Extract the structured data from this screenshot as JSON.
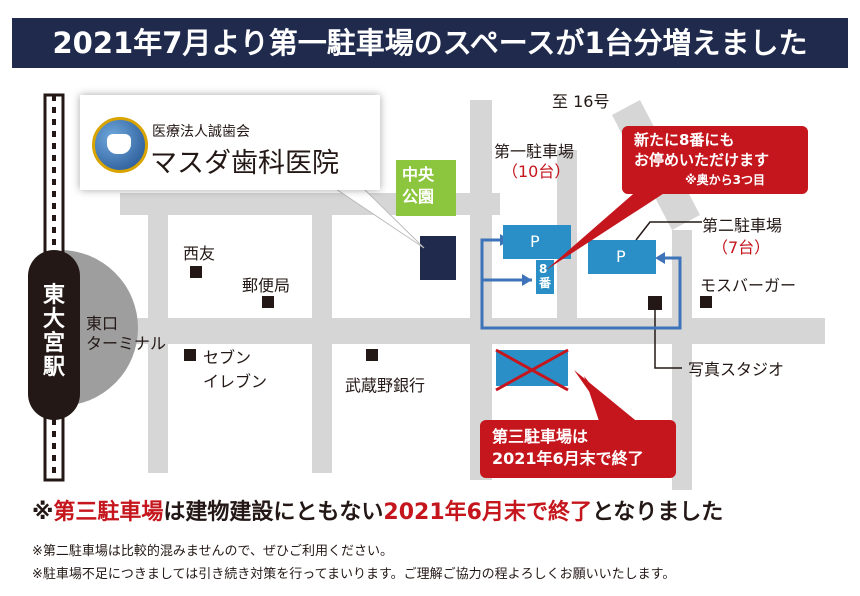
{
  "banner": {
    "title": "2021年7月より第一駐車場のスペースが1台分増えました"
  },
  "clinic": {
    "org": "医療法人誠歯会",
    "name": "マスダ歯科医院"
  },
  "station": {
    "name": "東大宮駅",
    "chars": [
      "東",
      "大",
      "宮",
      "駅"
    ]
  },
  "landmarks": {
    "east_exit_line1": "東口",
    "east_exit_line2": "ターミナル",
    "nishitomo": "西友",
    "post_office": "郵便局",
    "seven_line1": "セブン",
    "seven_line2": "イレブン",
    "bank": "武蔵野銀行",
    "mos": "モスバーガー",
    "photo_studio": "写真スタジオ",
    "park_line1": "中央",
    "park_line2": "公園",
    "route": "至 16号"
  },
  "parking": {
    "first_name": "第一駐車場",
    "first_count": "（10台）",
    "second_name": "第二駐車場",
    "second_count": "（7台）",
    "p_symbol": "P",
    "eight_line1": "8",
    "eight_line2": "番"
  },
  "callout_new": {
    "line1": "新たに8番にも",
    "line2": "お停めいただけます",
    "line3": "※奥から3つ目"
  },
  "callout_third": {
    "line1": "第三駐車場は",
    "line2": "2021年6月末で終了"
  },
  "notice": {
    "prefix": "※",
    "red1": "第三駐車場",
    "mid": "は建物建設にともない",
    "red2": "2021年6月末で終了",
    "suffix": "となりました"
  },
  "notes": [
    "※第二駐車場は比較的混みませんので、ぜひご利用ください。",
    "※駐車場不足につきましては引き続き対策を行ってまいります。ご理解ご協力の程よろしくお願いいたします。"
  ],
  "colors": {
    "navy": "#1f2a4d",
    "red": "#c5161d",
    "road": "#d6d6d6",
    "parking_blue": "#2a8fc6",
    "park_green": "#8cc63f",
    "route_blue": "#3d73b9"
  }
}
